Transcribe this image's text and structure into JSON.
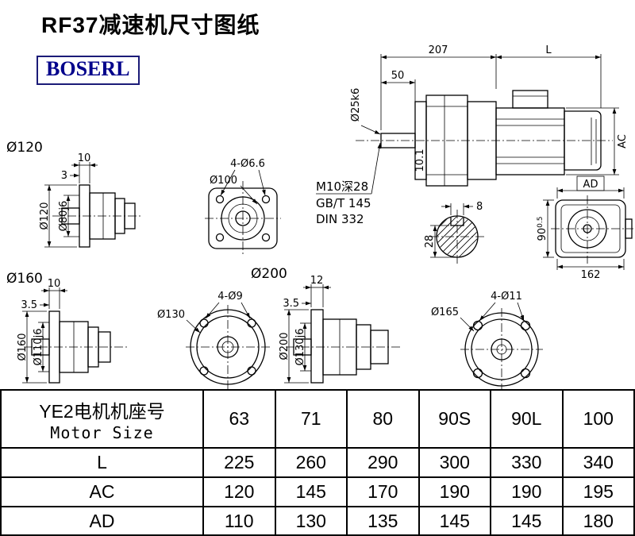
{
  "page": {
    "title": "RF37减速机尺寸图纸",
    "brand": "BOSERL",
    "brand_color": "#00008B",
    "line_color": "#000000"
  },
  "drawing": {
    "flange120": {
      "label": "Ø120",
      "dim_face": "10",
      "dim_step": "3",
      "dim_od": "Ø120",
      "dim_spigot": "Ø80j6"
    },
    "squareFlange": {
      "dim_holes": "4-Ø6.6",
      "dim_bc": "Ø100"
    },
    "main": {
      "dim_gear": "207",
      "dim_motor": "L",
      "dim_shaft_len": "50",
      "dim_shaft_dia": "Ø25k6",
      "dim_key": "10.1",
      "dim_ac": "AC",
      "note_tap": "M10深28",
      "note_gb": "GB/T 145",
      "note_din": "DIN 332"
    },
    "shaftSection": {
      "dim_key_w": "8",
      "dim_depth": "28"
    },
    "motorRear": {
      "dim_ad": "AD",
      "dim_h": "90",
      "dim_h_tol": "0.5",
      "dim_w": "162"
    },
    "flange160": {
      "label": "Ø160",
      "dim_face": "10",
      "dim_step": "3.5",
      "dim_od": "Ø160",
      "dim_spigot": "Ø110j6"
    },
    "flange130": {
      "dim_od": "Ø130",
      "dim_holes": "4-Ø9"
    },
    "flange200": {
      "label": "Ø200",
      "dim_face": "12",
      "dim_step": "3.5",
      "dim_od": "Ø200",
      "dim_spigot": "Ø130j6"
    },
    "flange165": {
      "dim_od": "Ø165",
      "dim_holes": "4-Ø11"
    }
  },
  "table": {
    "header_cn": "YE2电机机座号",
    "header_en": "Motor Size",
    "sizes": [
      "63",
      "71",
      "80",
      "90S",
      "90L",
      "100"
    ],
    "rows": [
      {
        "label": "L",
        "values": [
          "225",
          "260",
          "290",
          "300",
          "330",
          "340"
        ]
      },
      {
        "label": "AC",
        "values": [
          "120",
          "145",
          "170",
          "190",
          "190",
          "195"
        ]
      },
      {
        "label": "AD",
        "values": [
          "110",
          "130",
          "135",
          "145",
          "145",
          "180"
        ]
      }
    ]
  }
}
